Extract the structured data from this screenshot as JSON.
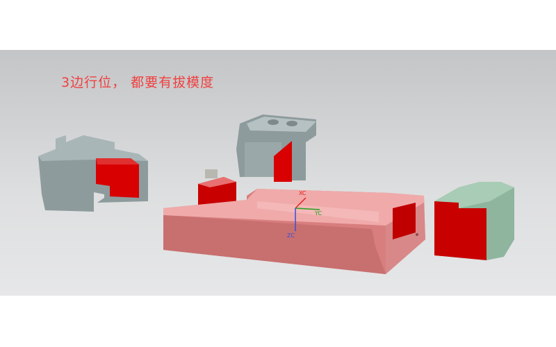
{
  "annotation": "3边行位， 都要有拔模度",
  "axes": {
    "x_label": "XC",
    "y_label": "YC",
    "z_label": "ZC"
  },
  "colors": {
    "slider_gray": "#8f9ea0",
    "slider_green": "#8fb8a0",
    "face_red": "#d00000",
    "base_pink": "#e9a3a3"
  }
}
